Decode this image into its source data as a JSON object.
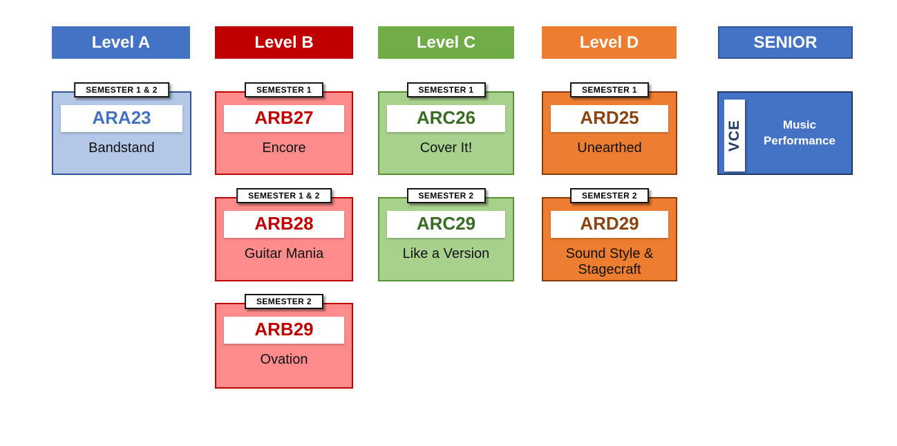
{
  "palette": {
    "blue": "#4472C4",
    "blue_light": "#B4C7E7",
    "blue_dark": "#2F5597",
    "navy": "#1F3864",
    "red": "#C00000",
    "red_light": "#FF8C8C",
    "green": "#70AD47",
    "green_light": "#A9D18E",
    "green_border": "#569033",
    "green_text": "#3A6B22",
    "orange": "#ED7D31",
    "orange_border": "#843C0C",
    "brown_text": "#8A4312"
  },
  "columns": [
    {
      "header": "Level A",
      "cards": [
        {
          "semester": "SEMESTER 1 & 2",
          "code": "ARA23",
          "name": "Bandstand"
        }
      ]
    },
    {
      "header": "Level B",
      "cards": [
        {
          "semester": "SEMESTER 1",
          "code": "ARB27",
          "name": "Encore"
        },
        {
          "semester": "SEMESTER 1 & 2",
          "code": "ARB28",
          "name": "Guitar Mania"
        },
        {
          "semester": "SEMESTER 2",
          "code": "ARB29",
          "name": "Ovation"
        }
      ]
    },
    {
      "header": "Level C",
      "cards": [
        {
          "semester": "SEMESTER 1",
          "code": "ARC26",
          "name": "Cover It!"
        },
        {
          "semester": "SEMESTER 2",
          "code": "ARC29",
          "name": "Like a Version"
        }
      ]
    },
    {
      "header": "Level D",
      "cards": [
        {
          "semester": "SEMESTER 1",
          "code": "ARD25",
          "name": "Unearthed"
        },
        {
          "semester": "SEMESTER 2",
          "code": "ARD29",
          "name": "Sound Style & Stagecraft"
        }
      ]
    },
    {
      "header": "SENIOR",
      "cards": [
        {
          "badge": "VCE",
          "name": "Music Performance"
        }
      ]
    }
  ]
}
